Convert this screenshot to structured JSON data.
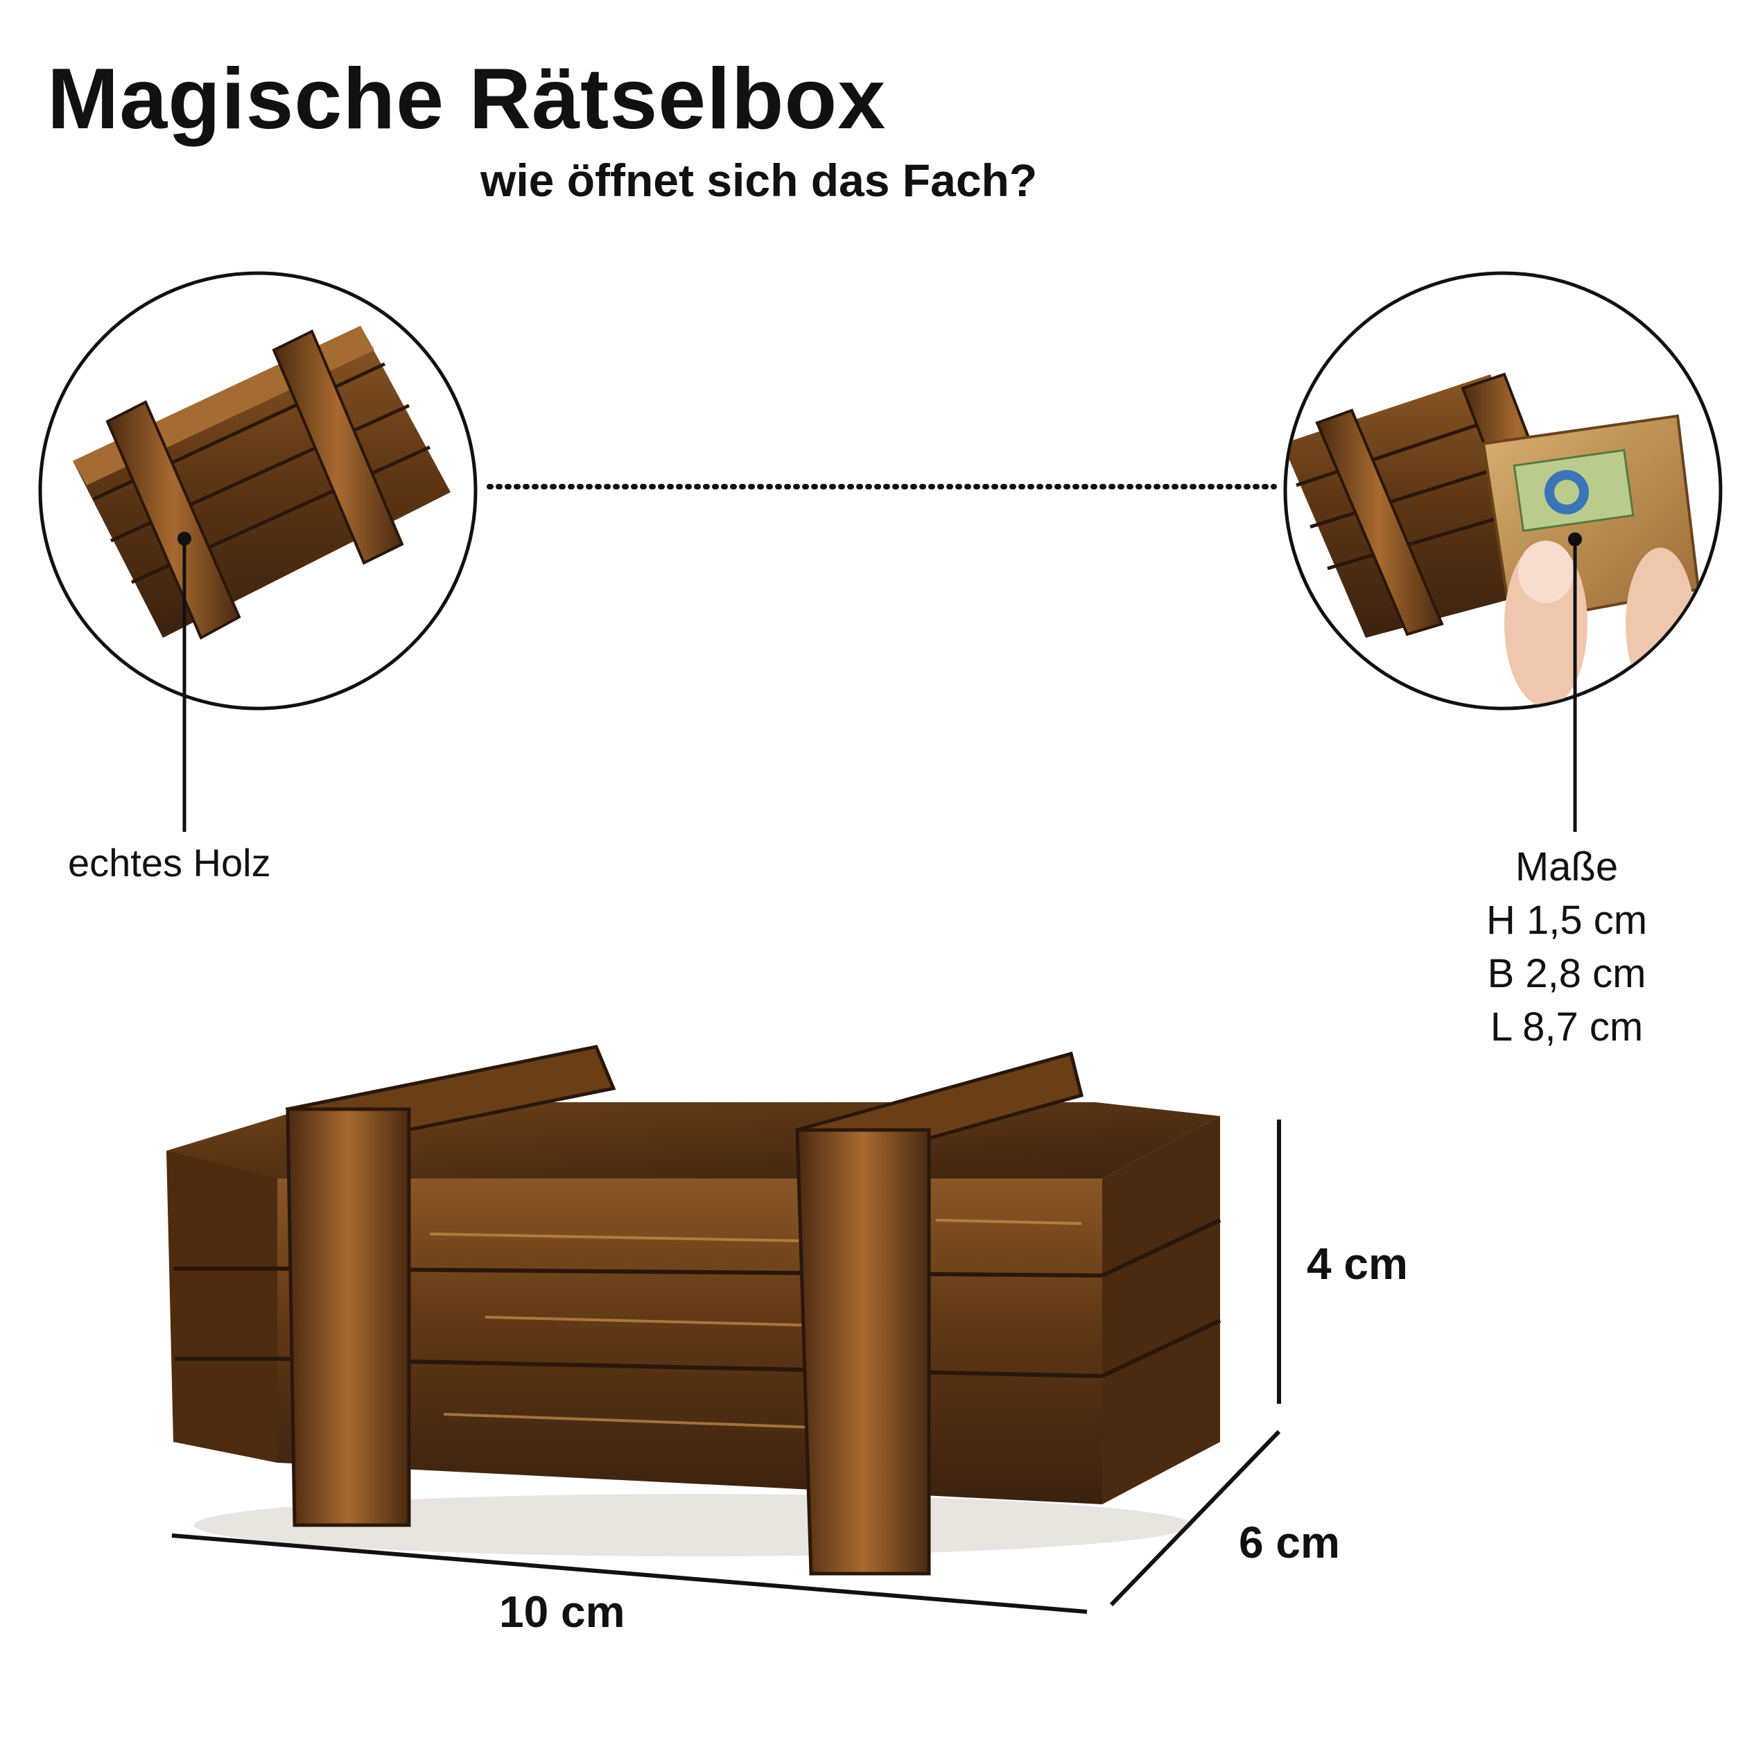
{
  "title": "Magische Rätselbox",
  "subtitle": "wie öffnet sich das Fach?",
  "callout_left": {
    "label": "echtes Holz"
  },
  "callout_right": {
    "heading": "Maße",
    "lines": [
      "H 1,5 cm",
      "B 2,8 cm",
      "L 8,7 cm"
    ]
  },
  "dimensions": {
    "height": "4 cm",
    "depth": "6 cm",
    "length": "10 cm"
  },
  "colors": {
    "wood_dark": "#3a2210",
    "wood_mid": "#7a4a1f",
    "wood_light": "#c8924c",
    "line": "#111111"
  }
}
